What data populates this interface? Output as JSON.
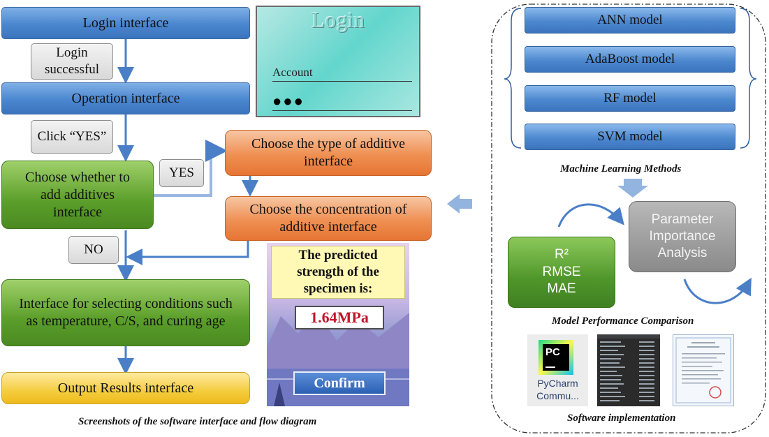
{
  "flow": {
    "login_interface": "Login interface",
    "login_successful": "Login successful",
    "operation_interface": "Operation interface",
    "click_yes": "Click “YES”",
    "choose_additives_line1": "Choose whether to",
    "choose_additives_line2": "add additives",
    "choose_additives_line3": "interface",
    "yes_label": "YES",
    "no_label": "NO",
    "choose_type": "Choose the type of additive interface",
    "choose_concentration": "Choose the concentration of additive interface",
    "conditions": "Interface for selecting conditions such as temperature, C/S, and curing age",
    "output": "Output Results interface"
  },
  "login_screen": {
    "title": "Login",
    "account_label": "Account",
    "password_dots": "●●●"
  },
  "result_screen": {
    "predicted_text": "The predicted strength of the specimen is:",
    "value": "1.64MPa",
    "confirm_button": "Confirm"
  },
  "ml": {
    "models": [
      "ANN model",
      "AdaBoost model",
      "RF model",
      "SVM model"
    ],
    "methods_caption": "Machine Learning Methods",
    "parameter_importance": "Parameter Importance Analysis",
    "metrics": [
      "R²",
      "RMSE",
      "MAE"
    ],
    "performance_caption": "Model Performance Comparison",
    "pycharm_icon_text": "PC",
    "pycharm_caption_line1": "PyCharm",
    "pycharm_caption_line2": "Commu...",
    "software_caption": "Software implementation"
  },
  "caption_left": "Screenshots of the software interface and flow diagram",
  "colors": {
    "flow_blue": "#4a86cf",
    "flow_green": "#5b9e2a",
    "flow_orange": "#ef8f52",
    "flow_yellow": "#f4cd3e",
    "value_red": "#c0182a",
    "arrow_blue": "#4a7fc7"
  }
}
